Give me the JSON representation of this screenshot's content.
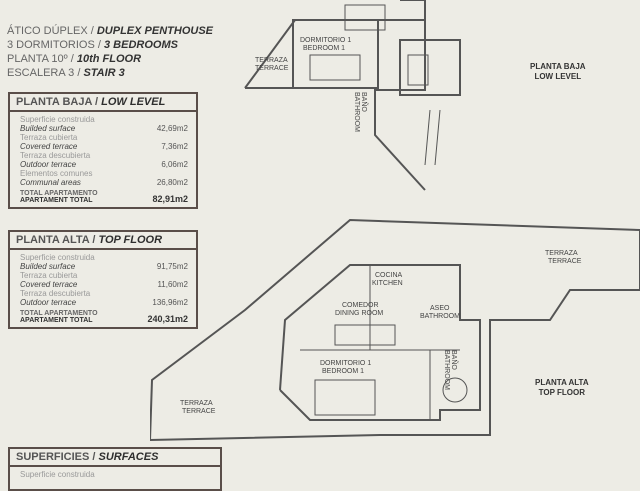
{
  "header": {
    "lines": [
      {
        "es": "ÁTICO DÚPLEX / ",
        "en": "DUPLEX PENTHOUSE"
      },
      {
        "es": "3 DORMITORIOS / ",
        "en": "3 BEDROOMS"
      },
      {
        "es": "PLANTA 10º / ",
        "en": "10th FLOOR"
      },
      {
        "es": "ESCALERA 3 / ",
        "en": "STAIR 3"
      }
    ]
  },
  "low_level": {
    "title_es": "PLANTA BAJA / ",
    "title_en": "LOW LEVEL",
    "rows": [
      {
        "es": "Superficie construida",
        "en": "Builded surface",
        "value": "42,69m2"
      },
      {
        "es": "Terraza cubierta",
        "en": "Covered terrace",
        "value": "7,36m2"
      },
      {
        "es": "Terraza descubierta",
        "en": "Outdoor terrace",
        "value": "6,06m2"
      },
      {
        "es": "Elementos comunes",
        "en": "Communal areas",
        "value": "26,80m2"
      }
    ],
    "total_es": "TOTAL APARTAMENTO",
    "total_en": "APARTAMENT TOTAL",
    "total": "82,91m2"
  },
  "top_floor": {
    "title_es": "PLANTA ALTA / ",
    "title_en": "TOP FLOOR",
    "rows": [
      {
        "es": "Superficie construida",
        "en": "Builded surface",
        "value": "91,75m2"
      },
      {
        "es": "Terraza cubierta",
        "en": "Covered terrace",
        "value": "11,60m2"
      },
      {
        "es": "Terraza descubierta",
        "en": "Outdoor terrace",
        "value": "136,96m2"
      }
    ],
    "total_es": "TOTAL APARTAMENTO",
    "total_en": "APARTAMENT TOTAL",
    "total": "240,31m2"
  },
  "surfaces": {
    "title_es": "SUPERFICIES / ",
    "title_en": "SURFACES",
    "first_row": "Superficie construida"
  },
  "plan_labels": {
    "low": "PLANTA BAJA",
    "low_en": "LOW LEVEL",
    "top": "PLANTA ALTA",
    "top_en": "TOP FLOOR",
    "terraza": "TERRAZA",
    "terrace": "TERRACE",
    "dorm": "DORMITORIO 1",
    "bed": "BEDROOM 1",
    "cocina": "COCINA",
    "kitchen": "KITCHEN",
    "aseo": "ASEO",
    "bathroom": "BATHROOM",
    "bano": "BAÑO",
    "comedor": "COMEDOR",
    "dining": "DINING ROOM"
  }
}
